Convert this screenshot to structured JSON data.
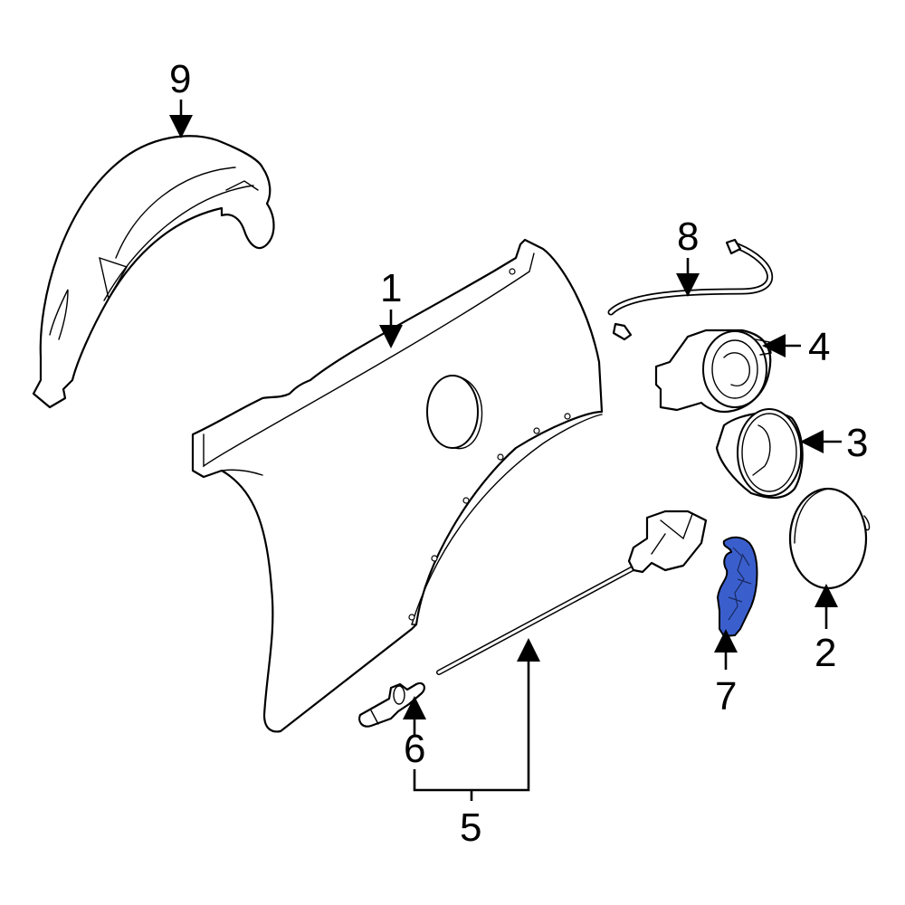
{
  "diagram": {
    "type": "exploded-parts-diagram",
    "highlight_color": "#3a5fcd",
    "line_color": "#000000",
    "background": "#ffffff",
    "callouts": [
      {
        "id": "1",
        "label": "1",
        "part": "quarter-panel"
      },
      {
        "id": "2",
        "label": "2",
        "part": "fuel-door"
      },
      {
        "id": "3",
        "label": "3",
        "part": "filler-pocket"
      },
      {
        "id": "4",
        "label": "4",
        "part": "filler-housing"
      },
      {
        "id": "5",
        "label": "5",
        "part": "release-cable-assembly"
      },
      {
        "id": "6",
        "label": "6",
        "part": "release-cable-end"
      },
      {
        "id": "7",
        "label": "7",
        "part": "fuel-door-hinge-highlighted"
      },
      {
        "id": "8",
        "label": "8",
        "part": "filler-hose"
      },
      {
        "id": "9",
        "label": "9",
        "part": "wheelhouse-liner"
      }
    ]
  }
}
